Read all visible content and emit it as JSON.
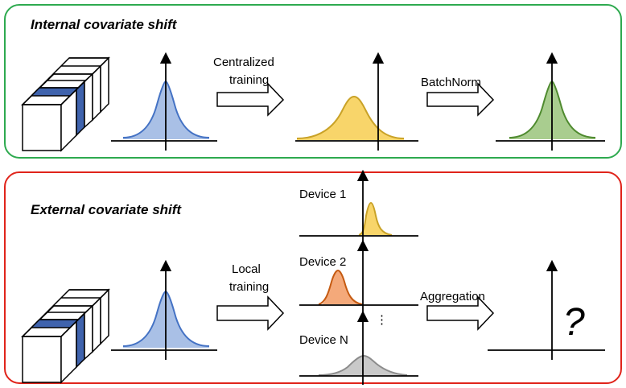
{
  "panels": {
    "internal": {
      "title": "Internal covariate shift",
      "border_color": "#2eaa4f",
      "arrow1_label_line1": "Centralized",
      "arrow1_label_line2": "training",
      "arrow2_label": "BatchNorm"
    },
    "external": {
      "title": "External covariate shift",
      "border_color": "#e0241b",
      "arrow1_label_line1": "Local",
      "arrow1_label_line2": "training",
      "arrow2_label": "Aggregation",
      "devices": [
        "Device 1",
        "Device 2",
        "Device N"
      ],
      "ellipsis": "⋮",
      "unknown_symbol": "?"
    }
  },
  "colors": {
    "blue_fill": "#a9c0e6",
    "blue_stroke": "#4472c4",
    "yellow_fill": "#f8d56a",
    "yellow_stroke": "#c9a227",
    "green_fill": "#a9cd8f",
    "green_stroke": "#4e8a2e",
    "orange_fill": "#f4a97a",
    "orange_stroke": "#c55a11",
    "gray_fill": "#c9c9c9",
    "gray_stroke": "#8c8c8c",
    "cube_highlight": "#3f63ad"
  }
}
